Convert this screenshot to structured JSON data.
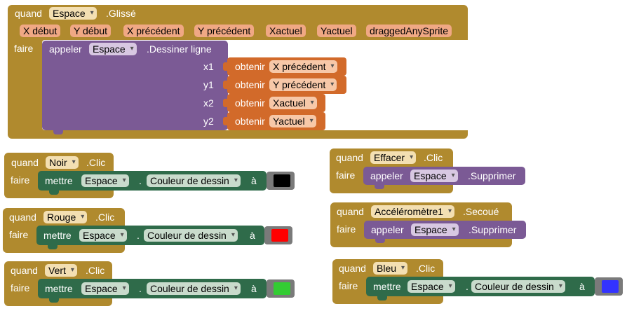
{
  "glisse_event": {
    "quand": "quand",
    "component": "Espace",
    "event": ".Glissé",
    "params": [
      "X début",
      "Y début",
      "X précédent",
      "Y précédent",
      "Xactuel",
      "Yactuel",
      "draggedAnySprite"
    ],
    "faire": "faire",
    "call": {
      "appeler": "appeler",
      "component": "Espace",
      "method": ".Dessiner ligne",
      "args": [
        {
          "label": "x1",
          "obtenir": "obtenir",
          "var": "X précédent"
        },
        {
          "label": "y1",
          "obtenir": "obtenir",
          "var": "Y précédent"
        },
        {
          "label": "x2",
          "obtenir": "obtenir",
          "var": "Xactuel"
        },
        {
          "label": "y2",
          "obtenir": "obtenir",
          "var": "Yactuel"
        }
      ]
    }
  },
  "color_events": [
    {
      "quand": "quand",
      "component": "Noir",
      "event": ".Clic",
      "faire": "faire",
      "mettre": "mettre",
      "target": "Espace",
      "dot": ".",
      "property": "Couleur de dessin",
      "a": "à",
      "color": "#000000"
    },
    {
      "quand": "quand",
      "component": "Rouge",
      "event": ".Clic",
      "faire": "faire",
      "mettre": "mettre",
      "target": "Espace",
      "dot": ".",
      "property": "Couleur de dessin",
      "a": "à",
      "color": "#ff0000"
    },
    {
      "quand": "quand",
      "component": "Vert",
      "event": ".Clic",
      "faire": "faire",
      "mettre": "mettre",
      "target": "Espace",
      "dot": ".",
      "property": "Couleur de dessin",
      "a": "à",
      "color": "#33cc33"
    },
    {
      "quand": "quand",
      "component": "Bleu",
      "event": ".Clic",
      "faire": "faire",
      "mettre": "mettre",
      "target": "Espace",
      "dot": ".",
      "property": "Couleur de dessin",
      "a": "à",
      "color": "#3333ff"
    }
  ],
  "clear_events": [
    {
      "quand": "quand",
      "component": "Effacer",
      "event": ".Clic",
      "faire": "faire",
      "appeler": "appeler",
      "target": "Espace",
      "method": ".Supprimer"
    },
    {
      "quand": "quand",
      "component": "Accéléromètre1",
      "event": ".Secoué",
      "faire": "faire",
      "appeler": "appeler",
      "target": "Espace",
      "method": ".Supprimer"
    }
  ],
  "colors": {
    "event_block": "#b08a2e",
    "procedure_block": "#7b5a95",
    "getter_block": "#d26a2a",
    "setter_block": "#2f6b4a",
    "color_block": "#7a7a7a"
  }
}
